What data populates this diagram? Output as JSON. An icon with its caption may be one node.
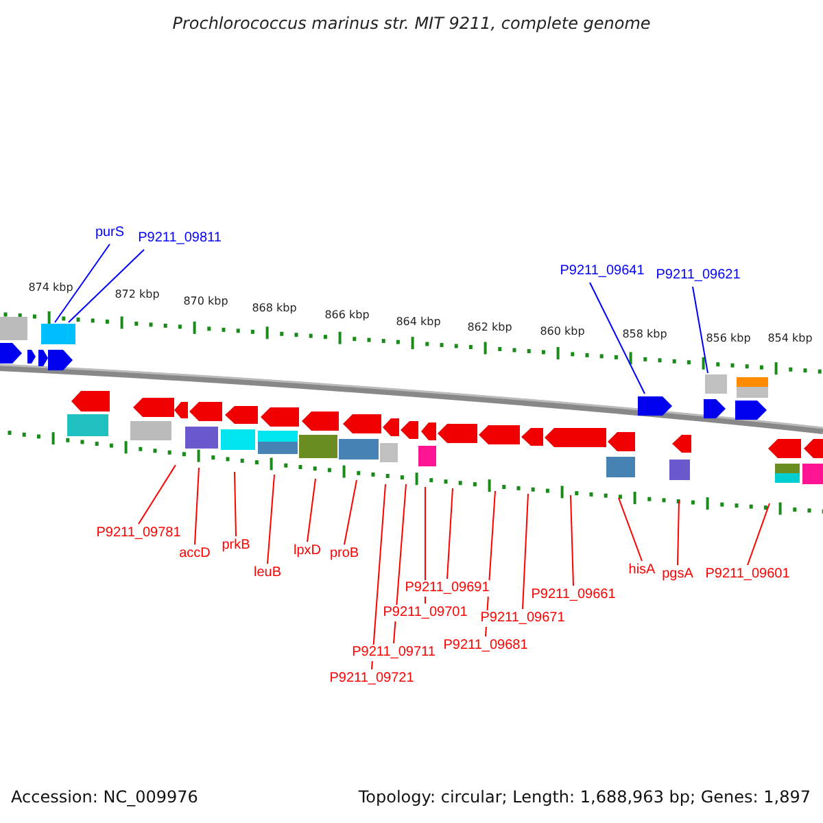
{
  "diagram": {
    "title": "Prochlorococcus marinus str. MIT 9211, complete genome",
    "nodes": [
      {
        "text": [
          "purS"
        ]
      },
      {
        "text": [
          "P9211_09811"
        ]
      },
      {
        "text": [
          "P9211_09641"
        ]
      },
      {
        "text": [
          "P9211_09621"
        ]
      },
      {
        "text": [
          "P9211_09781"
        ]
      },
      {
        "text": [
          "accD"
        ]
      },
      {
        "text": [
          "prkB"
        ]
      },
      {
        "text": [
          "leuB"
        ]
      },
      {
        "text": [
          "lpxD"
        ]
      },
      {
        "text": [
          "proB"
        ]
      },
      {
        "text": [
          "P9211_09721"
        ]
      },
      {
        "text": [
          "P9211_09711"
        ]
      },
      {
        "text": [
          "P9211_09701"
        ]
      },
      {
        "text": [
          "P9211_09691"
        ]
      },
      {
        "text": [
          "P9211_09681"
        ]
      },
      {
        "text": [
          "P9211_09671"
        ]
      },
      {
        "text": [
          "P9211_09661"
        ]
      },
      {
        "text": [
          "hisA"
        ]
      },
      {
        "text": [
          "pgsA"
        ]
      },
      {
        "text": [
          "P9211_09601"
        ]
      }
    ],
    "edges": [
      {
        "from": 0,
        "to": null,
        "arrow": "none",
        "color": "#0000ff"
      },
      {
        "from": 1,
        "to": null,
        "arrow": "none",
        "color": "#0000ff"
      },
      {
        "from": 2,
        "to": null,
        "arrow": "none",
        "color": "#0000ff"
      },
      {
        "from": 3,
        "to": null,
        "arrow": "none",
        "color": "#0000ff"
      },
      {
        "from": 4,
        "to": null,
        "arrow": "none"
      },
      {
        "from": 5,
        "to": null,
        "arrow": "none"
      },
      {
        "from": 6,
        "to": null,
        "arrow": "none"
      },
      {
        "from": 7,
        "to": null,
        "arrow": "none"
      },
      {
        "from": 8,
        "to": null,
        "arrow": "none"
      },
      {
        "from": 9,
        "to": null,
        "arrow": "none"
      },
      {
        "from": 10,
        "to": null,
        "arrow": "none"
      },
      {
        "from": 11,
        "to": null,
        "arrow": "none"
      },
      {
        "from": 12,
        "to": null,
        "arrow": "none"
      },
      {
        "from": 13,
        "to": null,
        "arrow": "none"
      },
      {
        "from": 14,
        "to": null,
        "arrow": "none"
      },
      {
        "from": 15,
        "to": null,
        "arrow": "none"
      },
      {
        "from": 16,
        "to": null,
        "arrow": "none"
      },
      {
        "from": 17,
        "to": null,
        "arrow": "none"
      },
      {
        "from": 18,
        "to": null,
        "arrow": "none"
      },
      {
        "from": 19,
        "to": null,
        "arrow": "none"
      }
    ],
    "labels": [
      "874 kbp",
      "872 kbp",
      "870 kbp",
      "868 kbp",
      "866 kbp",
      "864 kbp",
      "862 kbp",
      "860 kbp",
      "858 kbp",
      "856 kbp",
      "854 kbp",
      "Accession: NC_009976",
      "Topology: circular; Length: 1,688,963 bp; Genes: 1,897"
    ]
  }
}
